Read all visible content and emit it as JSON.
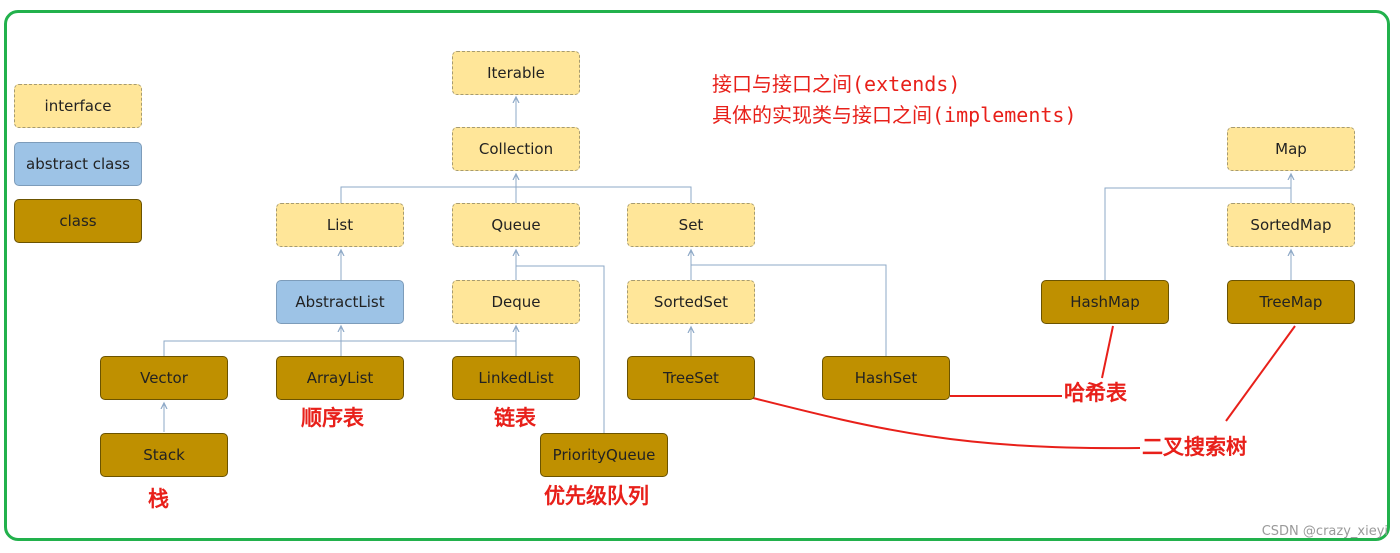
{
  "legend": {
    "interface": "interface",
    "abstract": "abstract class",
    "class": "class"
  },
  "notes": {
    "line1": "接口与接口之间(extends)",
    "line2": "具体的实现类与接口之间(implements)"
  },
  "nodes": {
    "iterable": "Iterable",
    "collection": "Collection",
    "list": "List",
    "queue": "Queue",
    "set": "Set",
    "abstract_list": "AbstractList",
    "deque": "Deque",
    "sorted_set": "SortedSet",
    "vector": "Vector",
    "array_list": "ArrayList",
    "linked_list": "LinkedList",
    "tree_set": "TreeSet",
    "hash_set": "HashSet",
    "stack": "Stack",
    "priority_queue": "PriorityQueue",
    "map": "Map",
    "sorted_map": "SortedMap",
    "hash_map": "HashMap",
    "tree_map": "TreeMap"
  },
  "annotations": {
    "sequence_table": "顺序表",
    "linked_table": "链表",
    "stack": "栈",
    "priority_queue": "优先级队列",
    "hash_table": "哈希表",
    "binary_search_tree": "二叉搜索树"
  },
  "watermark": "CSDN @crazy_xieyi",
  "colors": {
    "interface": "#ffe699",
    "abstract_class": "#9dc3e6",
    "class": "#bf9000",
    "annotation": "#e8201a",
    "connector": "#8ea9c7",
    "frame": "#22b14c"
  }
}
